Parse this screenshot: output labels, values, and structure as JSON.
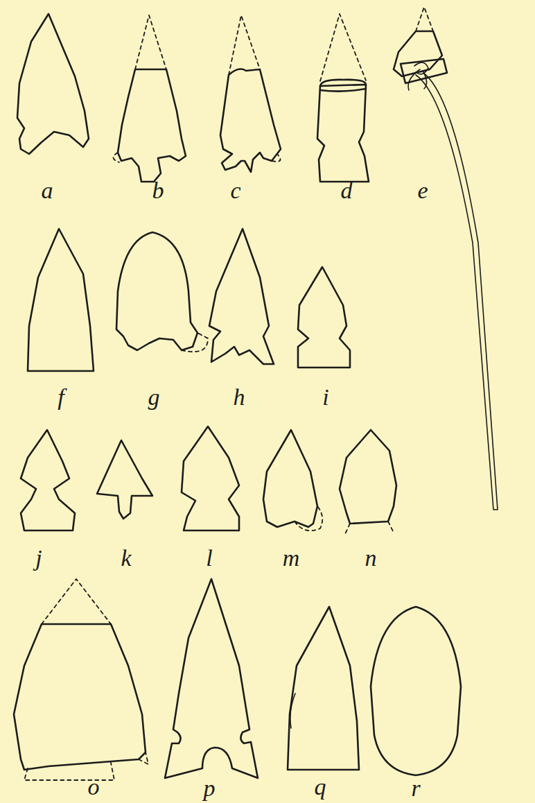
{
  "diagram": {
    "labels": [
      "a",
      "b",
      "c",
      "d",
      "e",
      "f",
      "g",
      "h",
      "i",
      "j",
      "k",
      "l",
      "m",
      "n",
      "o",
      "p",
      "q",
      "r"
    ]
  }
}
